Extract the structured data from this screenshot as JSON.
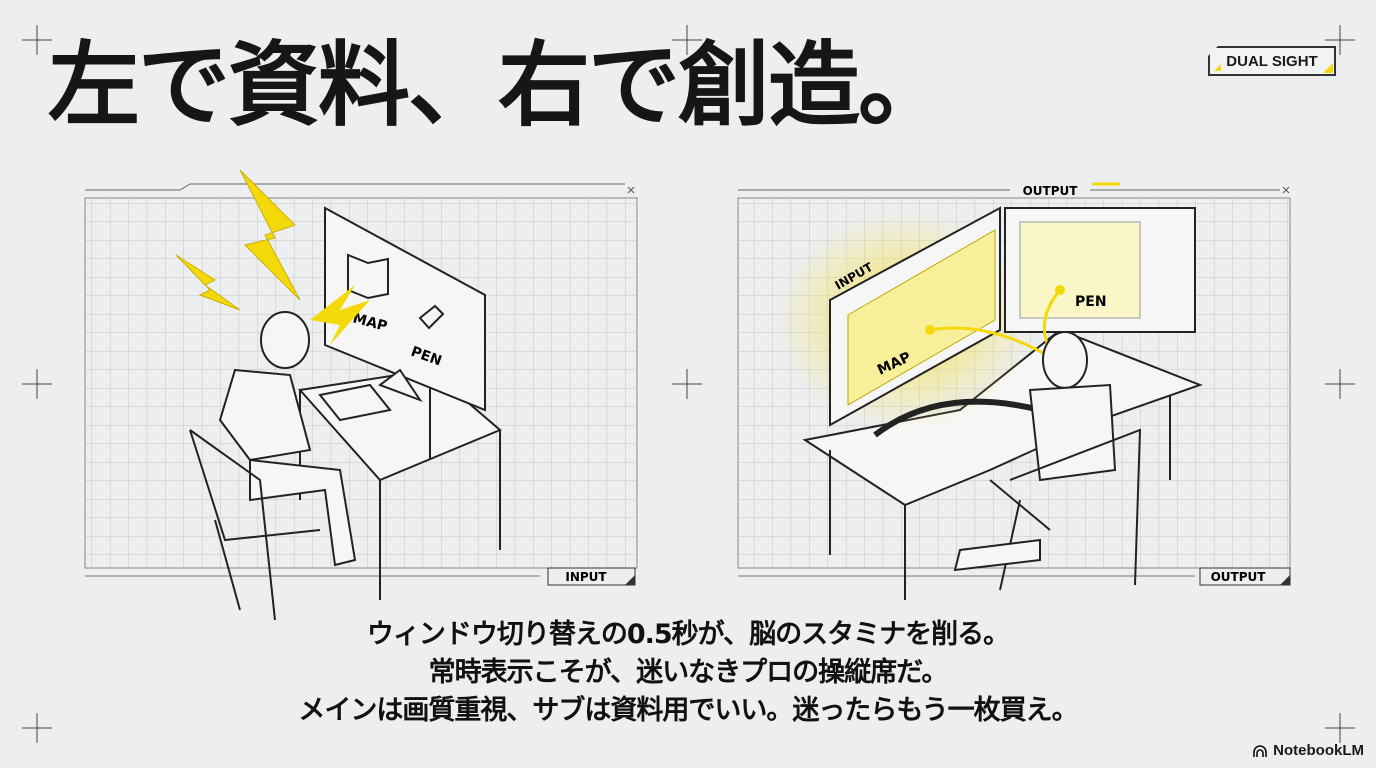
{
  "title": "左で資料、右で創造。",
  "badge": "DUAL SIGHT",
  "left_panel": {
    "screen_labels": [
      "MAP",
      "PEN"
    ],
    "corner_label": "INPUT"
  },
  "right_panel": {
    "top_label": "OUTPUT",
    "monitor_label": "INPUT",
    "screen_labels": [
      "MAP",
      "PEN"
    ],
    "corner_label": "OUTPUT"
  },
  "caption": [
    "ウィンドウ切り替えの0.5秒が、脳のスタミナを削る。",
    "常時表示こそが、迷いなきプロの操縦席だ。",
    "メインは画質重視、サブは資料用でいい。迷ったらもう一枚買え。"
  ],
  "brand": "NotebookLM",
  "colors": {
    "accent": "#f4d90a",
    "ink": "#1a1a1a",
    "background": "#eceef0"
  }
}
